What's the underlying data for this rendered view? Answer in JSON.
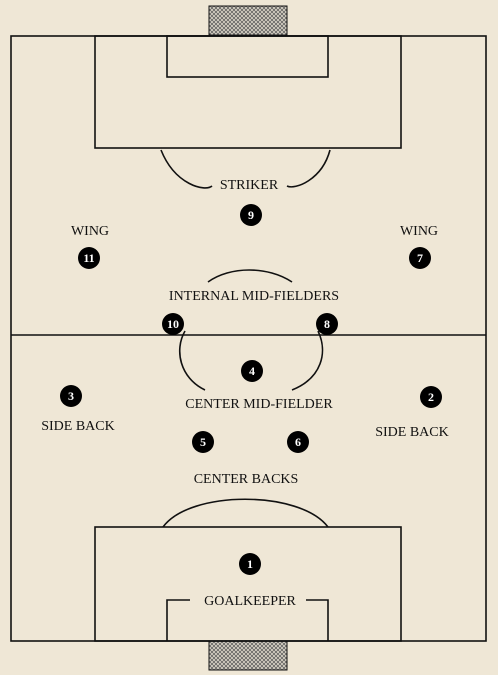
{
  "colors": {
    "background": "#efe7d6",
    "lines": "#111111",
    "marker": "#000000",
    "marker_text": "#ffffff"
  },
  "labels": {
    "striker": "STRIKER",
    "wing_left": "WING",
    "wing_right": "WING",
    "internal_midfielders": "INTERNAL MID-FIELDERS",
    "center_midfielder": "CENTER MID-FIELDER",
    "side_back_left": "SIDE BACK",
    "side_back_right": "SIDE BACK",
    "center_backs": "CENTER BACKS",
    "goalkeeper": "GOALKEEPER"
  },
  "players": [
    {
      "number": "1",
      "role": "goalkeeper"
    },
    {
      "number": "2",
      "role": "side-back-right"
    },
    {
      "number": "3",
      "role": "side-back-left"
    },
    {
      "number": "4",
      "role": "center-midfielder"
    },
    {
      "number": "5",
      "role": "center-back-left"
    },
    {
      "number": "6",
      "role": "center-back-right"
    },
    {
      "number": "7",
      "role": "wing-right"
    },
    {
      "number": "8",
      "role": "internal-midfielder-right"
    },
    {
      "number": "9",
      "role": "striker"
    },
    {
      "number": "10",
      "role": "internal-midfielder-left"
    },
    {
      "number": "11",
      "role": "wing-left"
    }
  ]
}
